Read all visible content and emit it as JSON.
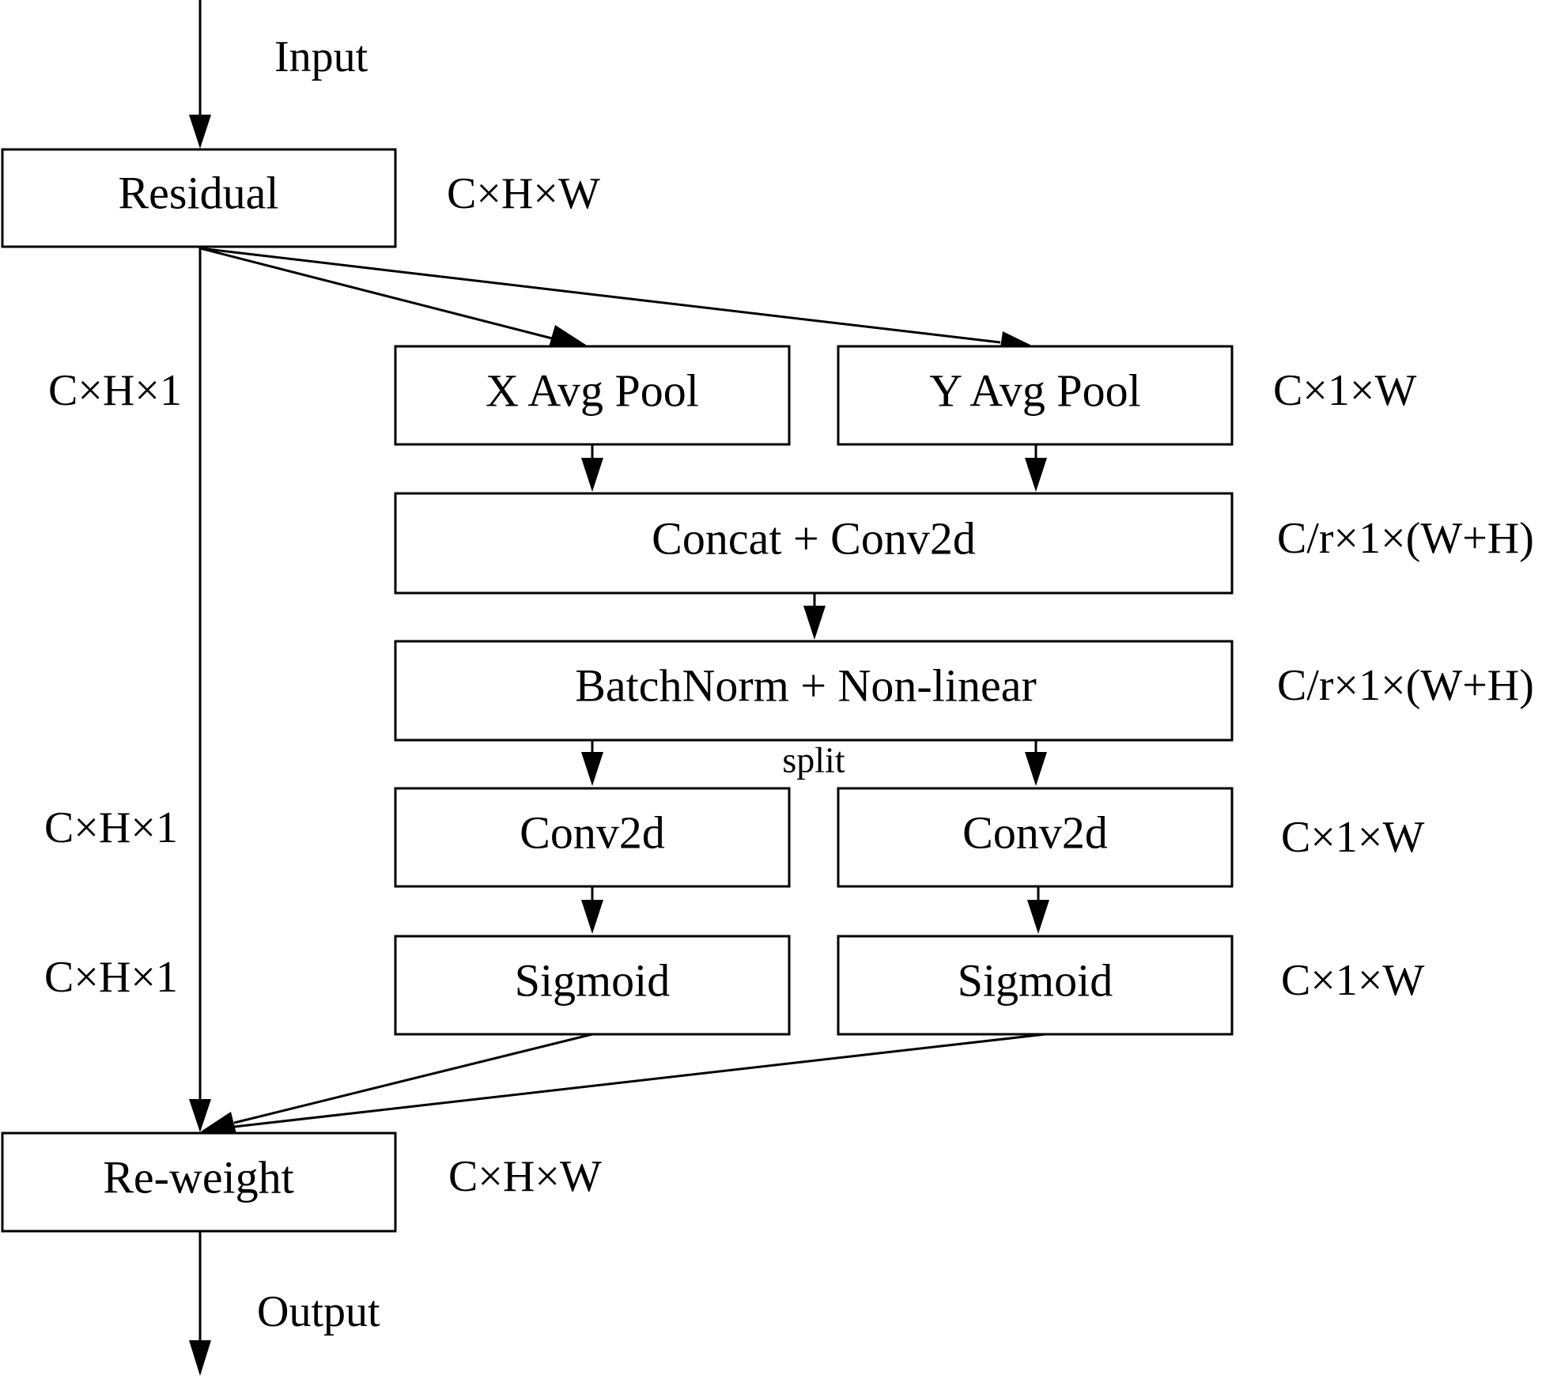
{
  "io": {
    "input": "Input",
    "output": "Output"
  },
  "boxes": {
    "residual": "Residual",
    "x_avg_pool": "X Avg Pool",
    "y_avg_pool": "Y Avg Pool",
    "concat_conv": "Concat + Conv2d",
    "batchnorm": "BatchNorm + Non-linear",
    "conv_left": "Conv2d",
    "conv_right": "Conv2d",
    "sigmoid_left": "Sigmoid",
    "sigmoid_right": "Sigmoid",
    "reweight": "Re-weight"
  },
  "split": "split",
  "dims": {
    "residual": "C×H×W",
    "pool_left": "C×H×1",
    "pool_right": "C×1×W",
    "concat": "C/r×1×(W+H)",
    "batchnorm": "C/r×1×(W+H)",
    "conv_left": "C×H×1",
    "conv_right": "C×1×W",
    "sigmoid_left": "C×H×1",
    "sigmoid_right": "C×1×W",
    "reweight": "C×H×W"
  },
  "colors": {
    "stroke": "#000000",
    "background": "#ffffff"
  }
}
